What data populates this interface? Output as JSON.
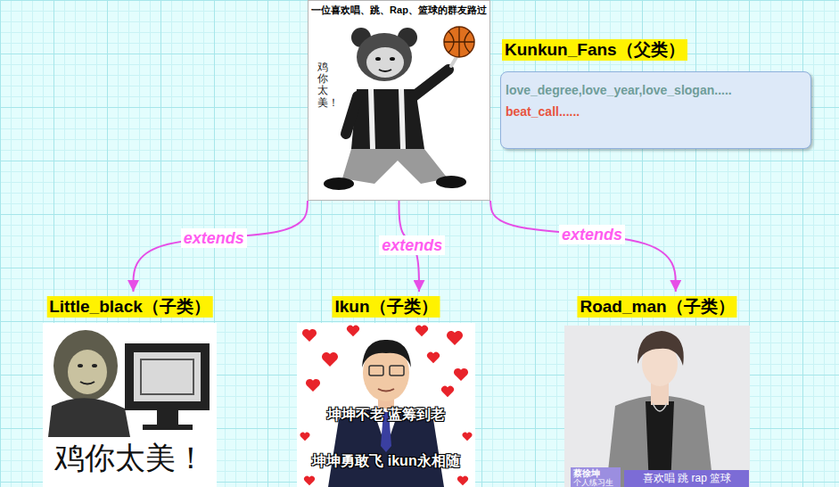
{
  "diagram": {
    "nodes": [
      {
        "text": [
          "一位喜欢唱、跳、Rap、篮球的群友路过",
          "鸡你太美！"
        ]
      },
      {
        "text": [
          "Kunkun_Fans（父类）",
          "love_degree,love_year,love_slogan.....",
          "beat_call......"
        ]
      },
      {
        "text": [
          "Little_black（子类）",
          "鸡你太美！"
        ]
      },
      {
        "text": [
          "Ikun（子类）",
          "坤坤不老 蓝筹到老",
          "坤坤勇敢飞 ikun永相随"
        ]
      },
      {
        "text": [
          "Road_man（子类）",
          "蔡徐坤",
          "个人练习生",
          "喜欢唱 跳 rap 篮球"
        ]
      }
    ],
    "edges": [
      {
        "from": 0,
        "to": 2,
        "arrow": "to",
        "label": "extends"
      },
      {
        "from": 0,
        "to": 3,
        "arrow": "to",
        "label": "extends"
      },
      {
        "from": 0,
        "to": 4,
        "arrow": "to",
        "label": "extends"
      }
    ]
  }
}
